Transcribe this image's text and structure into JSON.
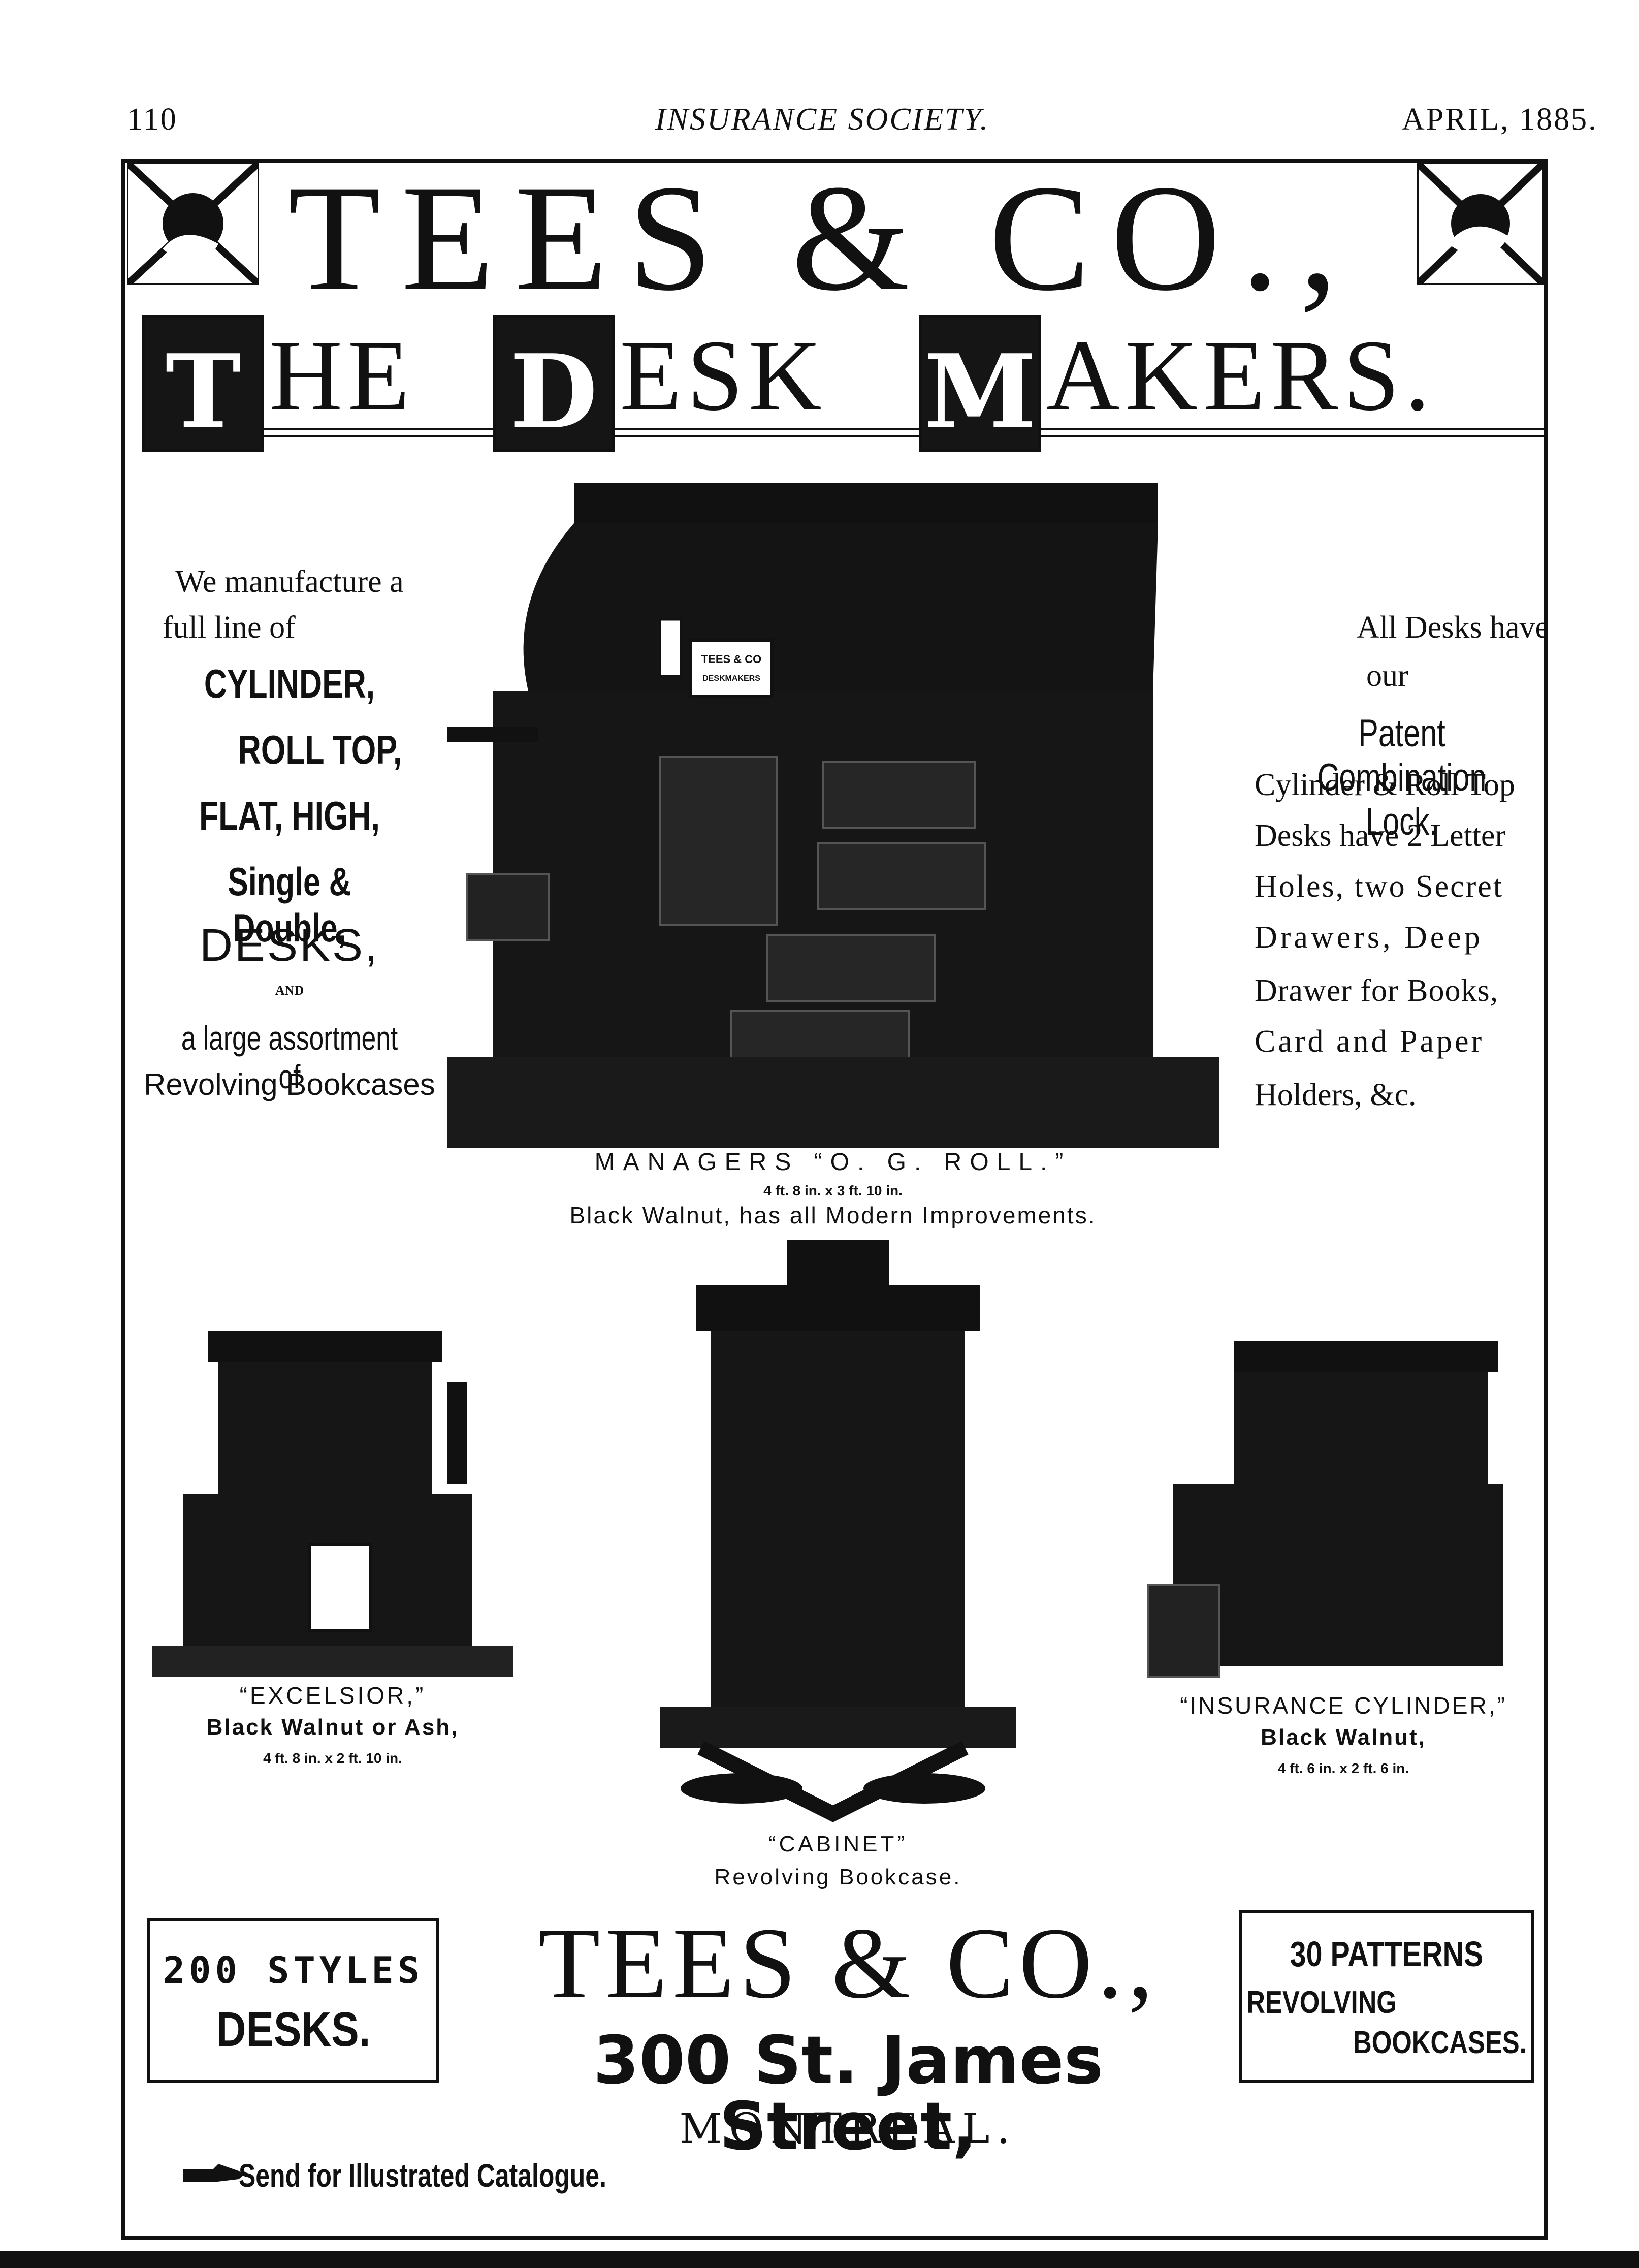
{
  "header": {
    "page_number": "110",
    "journal": "INSURANCE SOCIETY.",
    "date": "APRIL, 1885."
  },
  "ad": {
    "company": "TEES & CO.,",
    "tagline": {
      "initial_t": "T",
      "word_t": "HE",
      "initial_d": "D",
      "word_d": "ESK",
      "initial_m": "M",
      "word_m": "AKERS."
    },
    "left_text": {
      "line1": "We manufacture a",
      "line2": "full line of",
      "line3": "CYLINDER,",
      "line4": "ROLL TOP,",
      "line5": "FLAT, HIGH,",
      "line6": "Single & Double,",
      "line7": "DESKS,",
      "line8": "AND",
      "line9": "a large assortment of",
      "line10": "Revolving Bookcases"
    },
    "right_text": {
      "line1": "All Desks have",
      "line2": "our",
      "line3": "Patent Combination Lock.",
      "line4": "Cylinder & Roll Top",
      "line5": "Desks have 2 Letter",
      "line6": "Holes, two Secret",
      "line7": "Drawers, Deep",
      "line8": "Drawer for Books,",
      "line9": "Card and Paper",
      "line10": "Holders, &c."
    },
    "desk_sign": "TEES & CO DESKMAKERS",
    "main_caption": {
      "name": "MANAGERS “O. G. ROLL.”",
      "size": "4 ft. 8 in. x 3 ft. 10 in.",
      "desc": "Black Walnut, has all Modern Improvements."
    },
    "excelsior": {
      "name": "“EXCELSIOR,”",
      "desc": "Black Walnut or Ash,",
      "size": "4 ft. 8 in. x 2 ft. 10 in."
    },
    "cabinet": {
      "name": "“CABINET”",
      "desc": "Revolving Bookcase."
    },
    "insurance": {
      "name": "“INSURANCE CYLINDER,”",
      "desc": "Black Walnut,",
      "size": "4 ft. 6 in. x 2 ft. 6 in."
    },
    "box_left": {
      "line1": "200 STYLES",
      "line2": "DESKS."
    },
    "box_right": {
      "line1": "30 PATTERNS",
      "line2": "REVOLVING",
      "line3": "BOOKCASES."
    },
    "footer": {
      "company": "TEES & CO.,",
      "address": "300 St. James Street,",
      "city": "MONTREAL.",
      "catalogue": "Send for Illustrated Catalogue."
    }
  },
  "icons": {
    "hand": "pointing-hand-icon"
  }
}
